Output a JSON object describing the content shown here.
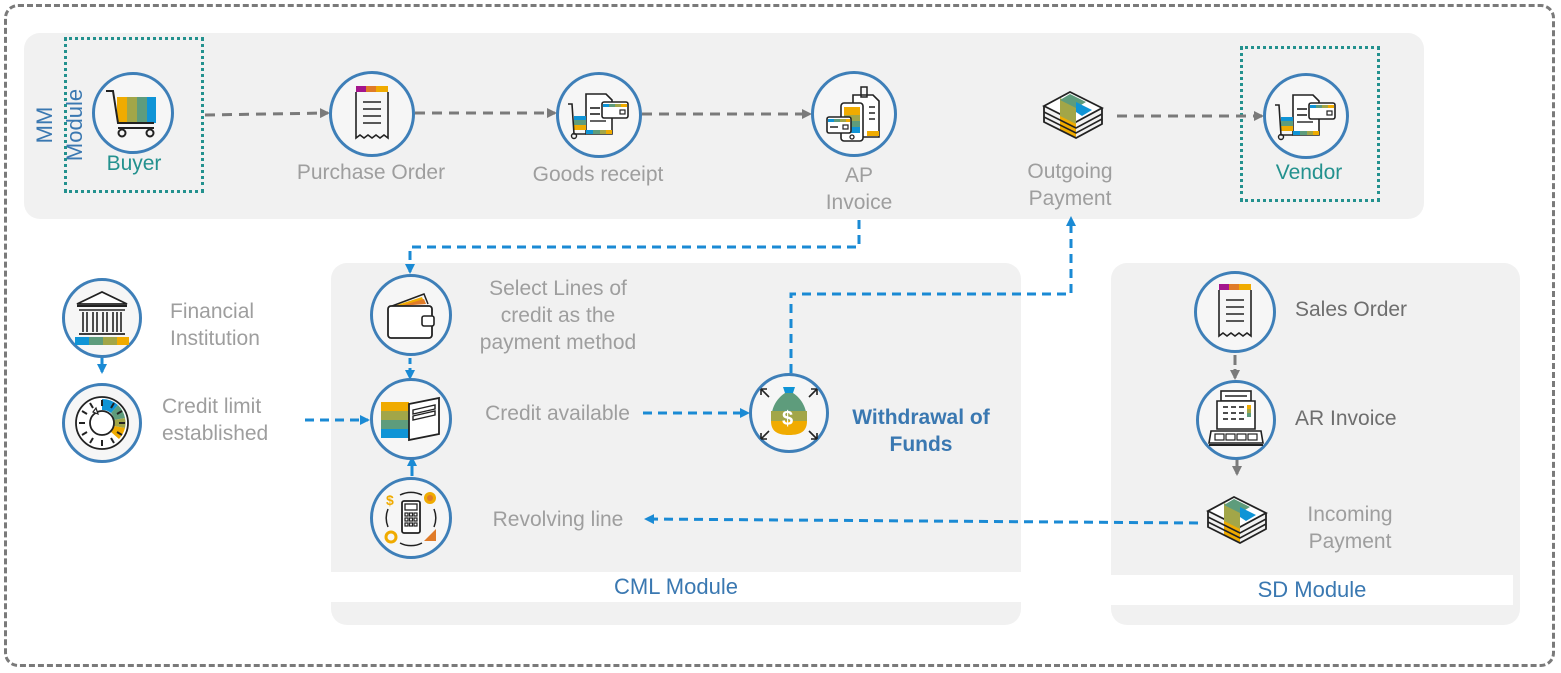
{
  "diagram": {
    "modules": {
      "mm": "MM Module",
      "cml": "CML Module",
      "sd": "SD Module"
    },
    "mm_flow": {
      "buyer": {
        "label": "Buyer",
        "icon": "shopping-cart-icon"
      },
      "purchase_order": {
        "label": "Purchase Order",
        "icon": "receipt-icon"
      },
      "goods_receipt": {
        "label": "Goods receipt",
        "icon": "goods-receipt-icon"
      },
      "ap_invoice": {
        "line1": "AP",
        "line2": "Invoice",
        "icon": "invoice-phone-card-icon"
      },
      "outgoing_payment": {
        "line1": "Outgoing",
        "line2": "Payment",
        "icon": "cash-stack-icon"
      },
      "vendor": {
        "label": "Vendor",
        "icon": "goods-receipt-icon"
      }
    },
    "credit_setup": {
      "financial_institution": {
        "line1": "Financial",
        "line2": "Institution",
        "icon": "bank-icon"
      },
      "credit_limit": {
        "line1": "Credit limit",
        "line2": "established",
        "icon": "dial-gauge-icon"
      }
    },
    "cml_flow": {
      "select_lines": {
        "line1": "Select Lines of",
        "line2": "credit as the",
        "line3": "payment method",
        "icon": "wallet-icon"
      },
      "credit_available": {
        "label": "Credit available",
        "icon": "card-file-icon"
      },
      "revolving_line": {
        "label": "Revolving line",
        "icon": "calculator-cycle-icon"
      },
      "withdrawal": {
        "line1": "Withdrawal of",
        "line2": "Funds",
        "icon": "money-bag-icon"
      }
    },
    "sd_flow": {
      "sales_order": {
        "label": "Sales Order",
        "icon": "receipt-icon"
      },
      "ar_invoice": {
        "label": "AR Invoice",
        "icon": "cash-register-icon"
      },
      "incoming_payment": {
        "line1": "Incoming",
        "line2": "Payment",
        "icon": "cash-stack-icon"
      }
    },
    "colors": {
      "node_border": "#3e7fb8",
      "module_label": "#3a78b1",
      "teal_label": "#23918e",
      "flow_arrow_gray": "#7a7a7a",
      "flow_arrow_blue": "#1a8ad4",
      "panel_bg": "#f1f1f1",
      "stripe_yellow": "#f0ab00",
      "stripe_olive": "#a2a648",
      "stripe_green": "#5e9c7c",
      "stripe_blue": "#0f94d6",
      "stripe_magenta": "#a4158c",
      "stripe_orange": "#e07b28"
    }
  }
}
